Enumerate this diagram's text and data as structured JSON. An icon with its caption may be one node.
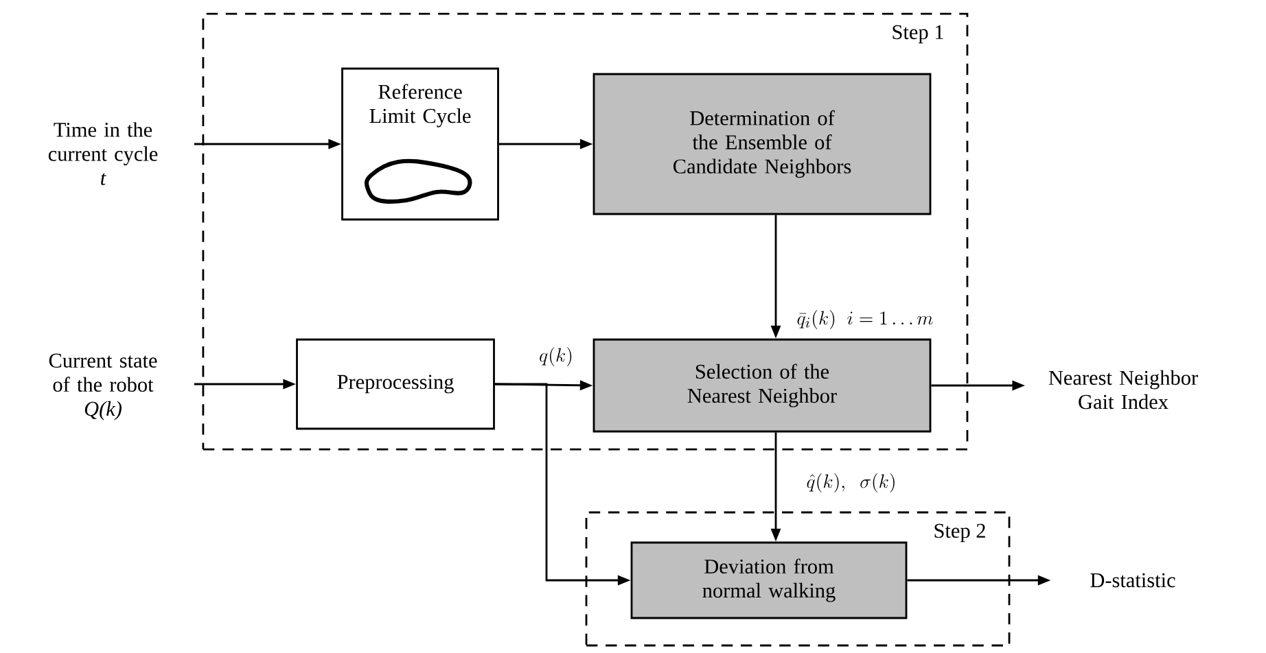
{
  "diagram": {
    "nodes": [
      {
        "text": [
          "Step 1"
        ]
      },
      {
        "text": [
          "Reference Limit Cycle"
        ],
        "in": 0
      },
      {
        "text": [
          "Determination of the Ensemble of Candidate Neighbors"
        ],
        "in": 0
      },
      {
        "text": [
          "Preprocessing"
        ],
        "in": 0
      },
      {
        "text": [
          "Selection of the Nearest Neighbor"
        ],
        "in": 0
      },
      {
        "text": [
          "Step 2"
        ]
      },
      {
        "text": [
          "Deviation from normal walking"
        ],
        "in": 5
      },
      {
        "text": [
          "Time in the current cycle",
          "t"
        ]
      },
      {
        "text": [
          "Current state of the robot",
          "Q(k)"
        ]
      },
      {
        "text": [
          "Nearest Neighbor Gait Index"
        ]
      },
      {
        "text": [
          "D-statistic"
        ]
      }
    ],
    "edges": [
      {
        "from": 7,
        "to": 1,
        "arrow": "to"
      },
      {
        "from": 1,
        "to": 2,
        "arrow": "to"
      },
      {
        "from": 2,
        "to": 4,
        "arrow": "to",
        "label": "\\bar{q}_i(k)\\;\\; i=1\\ldots m"
      },
      {
        "from": 8,
        "to": 3,
        "arrow": "to"
      },
      {
        "from": 3,
        "to": 4,
        "arrow": "to",
        "label": "q(k)"
      },
      {
        "from": 4,
        "to": 9,
        "arrow": "to"
      },
      {
        "from": 4,
        "to": 6,
        "arrow": "to",
        "label": "\\hat{q}(k),\\;\\; \\sigma(k)"
      },
      {
        "from": 3,
        "to": 6,
        "arrow": "to"
      },
      {
        "from": 6,
        "to": 10,
        "arrow": "to"
      }
    ]
  }
}
